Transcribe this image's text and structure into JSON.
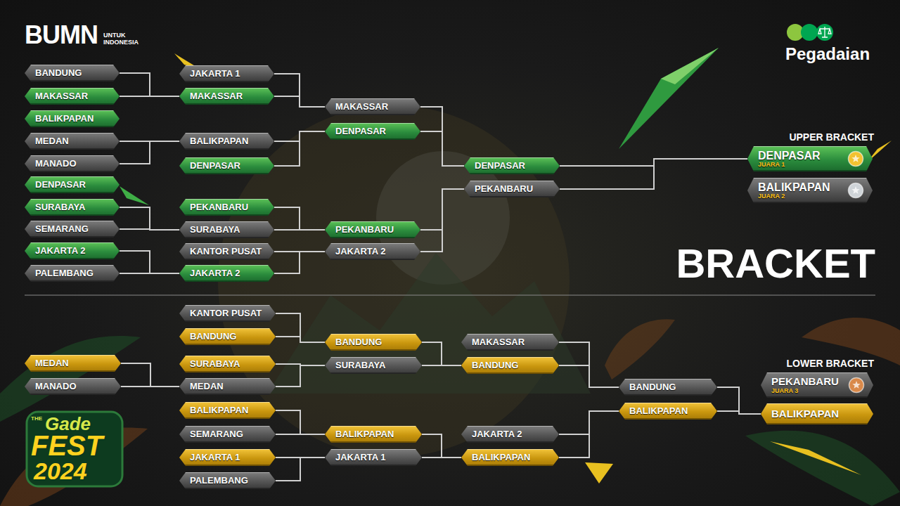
{
  "diagram": {
    "title": "BRACKET",
    "nodes": [
      {
        "text": [
          "BANDUNG"
        ]
      },
      {
        "text": [
          "MAKASSAR"
        ]
      },
      {
        "text": [
          "BALIKPAPAN"
        ]
      },
      {
        "text": [
          "MEDAN"
        ]
      },
      {
        "text": [
          "MANADO"
        ]
      },
      {
        "text": [
          "DENPASAR"
        ]
      },
      {
        "text": [
          "SURABAYA"
        ]
      },
      {
        "text": [
          "SEMARANG"
        ]
      },
      {
        "text": [
          "JAKARTA 2"
        ]
      },
      {
        "text": [
          "PALEMBANG"
        ]
      },
      {
        "text": [
          "JAKARTA 1"
        ]
      },
      {
        "text": [
          "MAKASSAR"
        ]
      },
      {
        "text": [
          "BALIKPAPAN"
        ]
      },
      {
        "text": [
          "DENPASAR"
        ]
      },
      {
        "text": [
          "PEKANBARU"
        ]
      },
      {
        "text": [
          "SURABAYA"
        ]
      },
      {
        "text": [
          "KANTOR PUSAT"
        ]
      },
      {
        "text": [
          "JAKARTA 2"
        ]
      },
      {
        "text": [
          "MAKASSAR"
        ]
      },
      {
        "text": [
          "DENPASAR"
        ]
      },
      {
        "text": [
          "PEKANBARU"
        ]
      },
      {
        "text": [
          "JAKARTA 2"
        ]
      },
      {
        "text": [
          "DENPASAR"
        ]
      },
      {
        "text": [
          "PEKANBARU"
        ]
      },
      {
        "text": [
          "DENPASAR",
          "JUARA 1"
        ]
      },
      {
        "text": [
          "BALIKPAPAN",
          "JUARA 2"
        ]
      },
      {
        "text": [
          "MEDAN"
        ]
      },
      {
        "text": [
          "MANADO"
        ]
      },
      {
        "text": [
          "KANTOR PUSAT"
        ]
      },
      {
        "text": [
          "BANDUNG"
        ]
      },
      {
        "text": [
          "SURABAYA"
        ]
      },
      {
        "text": [
          "MEDAN"
        ]
      },
      {
        "text": [
          "BALIKPAPAN"
        ]
      },
      {
        "text": [
          "SEMARANG"
        ]
      },
      {
        "text": [
          "JAKARTA 1"
        ]
      },
      {
        "text": [
          "PALEMBANG"
        ]
      },
      {
        "text": [
          "BANDUNG"
        ]
      },
      {
        "text": [
          "SURABAYA"
        ]
      },
      {
        "text": [
          "BALIKPAPAN"
        ]
      },
      {
        "text": [
          "JAKARTA 1"
        ]
      },
      {
        "text": [
          "MAKASSAR"
        ]
      },
      {
        "text": [
          "BANDUNG"
        ]
      },
      {
        "text": [
          "JAKARTA 2"
        ]
      },
      {
        "text": [
          "BALIKPAPAN"
        ]
      },
      {
        "text": [
          "BANDUNG"
        ]
      },
      {
        "text": [
          "BALIKPAPAN"
        ]
      },
      {
        "text": [
          "PEKANBARU",
          "JUARA 3"
        ]
      },
      {
        "text": [
          "BALIKPAPAN"
        ]
      }
    ],
    "edges": [
      {
        "from": 0,
        "to": 11,
        "arrow": "none"
      },
      {
        "from": 1,
        "to": 11,
        "arrow": "none"
      },
      {
        "from": 3,
        "to": 12,
        "arrow": "none"
      },
      {
        "from": 4,
        "to": 12,
        "arrow": "none"
      },
      {
        "from": 6,
        "to": 15,
        "arrow": "none"
      },
      {
        "from": 7,
        "to": 15,
        "arrow": "none"
      },
      {
        "from": 8,
        "to": 17,
        "arrow": "none"
      },
      {
        "from": 9,
        "to": 17,
        "arrow": "none"
      },
      {
        "from": 10,
        "to": 18,
        "arrow": "none"
      },
      {
        "from": 11,
        "to": 18,
        "arrow": "none"
      },
      {
        "from": 12,
        "to": 19,
        "arrow": "none"
      },
      {
        "from": 13,
        "to": 19,
        "arrow": "none"
      },
      {
        "from": 14,
        "to": 20,
        "arrow": "none"
      },
      {
        "from": 15,
        "to": 20,
        "arrow": "none"
      },
      {
        "from": 16,
        "to": 21,
        "arrow": "none"
      },
      {
        "from": 17,
        "to": 21,
        "arrow": "none"
      },
      {
        "from": 18,
        "to": 22,
        "arrow": "none"
      },
      {
        "from": 19,
        "to": 22,
        "arrow": "none"
      },
      {
        "from": 20,
        "to": 23,
        "arrow": "none"
      },
      {
        "from": 21,
        "to": 23,
        "arrow": "none"
      },
      {
        "from": 22,
        "to": 24,
        "arrow": "none"
      },
      {
        "from": 23,
        "to": 24,
        "arrow": "none"
      },
      {
        "from": 26,
        "to": 31,
        "arrow": "none"
      },
      {
        "from": 27,
        "to": 31,
        "arrow": "none"
      },
      {
        "from": 28,
        "to": 36,
        "arrow": "none"
      },
      {
        "from": 29,
        "to": 36,
        "arrow": "none"
      },
      {
        "from": 30,
        "to": 37,
        "arrow": "none"
      },
      {
        "from": 31,
        "to": 37,
        "arrow": "none"
      },
      {
        "from": 32,
        "to": 38,
        "arrow": "none"
      },
      {
        "from": 33,
        "to": 38,
        "arrow": "none"
      },
      {
        "from": 34,
        "to": 39,
        "arrow": "none"
      },
      {
        "from": 35,
        "to": 39,
        "arrow": "none"
      },
      {
        "from": 36,
        "to": 41,
        "arrow": "none"
      },
      {
        "from": 37,
        "to": 41,
        "arrow": "none"
      },
      {
        "from": 38,
        "to": 43,
        "arrow": "none"
      },
      {
        "from": 39,
        "to": 43,
        "arrow": "none"
      },
      {
        "from": 40,
        "to": 44,
        "arrow": "none"
      },
      {
        "from": 41,
        "to": 44,
        "arrow": "none"
      },
      {
        "from": 42,
        "to": 45,
        "arrow": "none"
      },
      {
        "from": 43,
        "to": 45,
        "arrow": "none"
      },
      {
        "from": 44,
        "to": 47,
        "arrow": "none"
      },
      {
        "from": 45,
        "to": 47,
        "arrow": "none"
      }
    ],
    "labels": [
      "BUMN",
      "UNTUK INDONESIA",
      "Pegadaian",
      "UPPER BRACKET",
      "LOWER BRACKET",
      "THE",
      "Gade",
      "FEST",
      "2024"
    ]
  }
}
